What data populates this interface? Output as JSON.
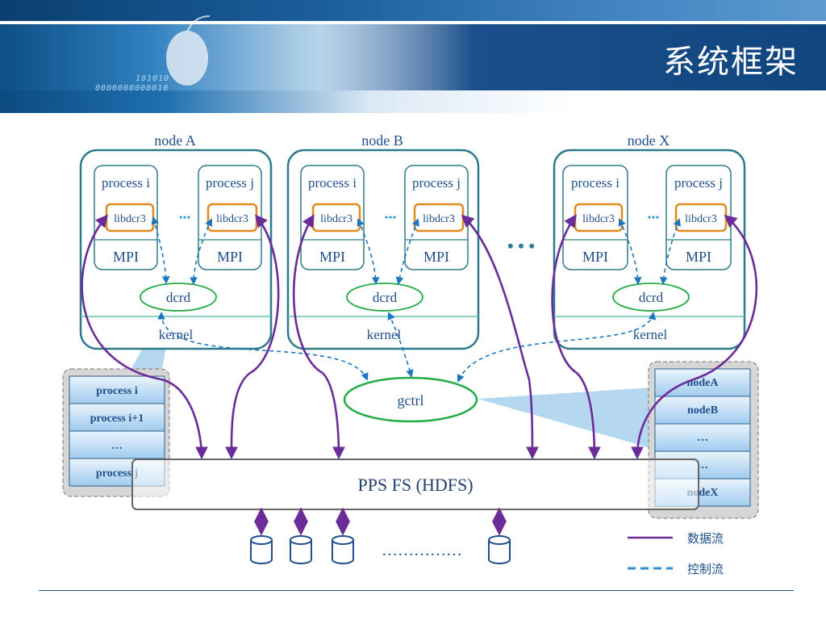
{
  "slide_title": "系统框架",
  "banner_binary": [
    "101010",
    "0000000000010"
  ],
  "nodes": [
    {
      "label": "node A",
      "process_i": "process i",
      "process_j": "process j",
      "lib": "libdcr3",
      "mpi": "MPI",
      "dcrd": "dcrd",
      "kernel": "kernel"
    },
    {
      "label": "node B",
      "process_i": "process i",
      "process_j": "process j",
      "lib": "libdcr3",
      "mpi": "MPI",
      "dcrd": "dcrd",
      "kernel": "kernel"
    },
    {
      "label": "node X",
      "process_i": "process i",
      "process_j": "process j",
      "lib": "libdcr3",
      "mpi": "MPI",
      "dcrd": "dcrd",
      "kernel": "kernel"
    }
  ],
  "ellipsis_small": "•••",
  "ellipsis_large": "• • •",
  "gctrl": "gctrl",
  "filesystem": "PPS FS (HDFS)",
  "process_list": [
    "process i",
    "process i+1",
    "…",
    "process j"
  ],
  "node_list": [
    "nodeA",
    "nodeB",
    "…",
    "…",
    "nodeX"
  ],
  "storage_dots": "……………",
  "legend": {
    "data_flow": "数据流",
    "control_flow": "控制流"
  },
  "colors": {
    "box_border": "#2d7b8a",
    "lib_border": "#e08a1e",
    "data_flow": "#6b2c9a",
    "control_flow": "#1a76c0",
    "ellipse": "#22aa44",
    "text_blue": "#1f4f8c"
  }
}
